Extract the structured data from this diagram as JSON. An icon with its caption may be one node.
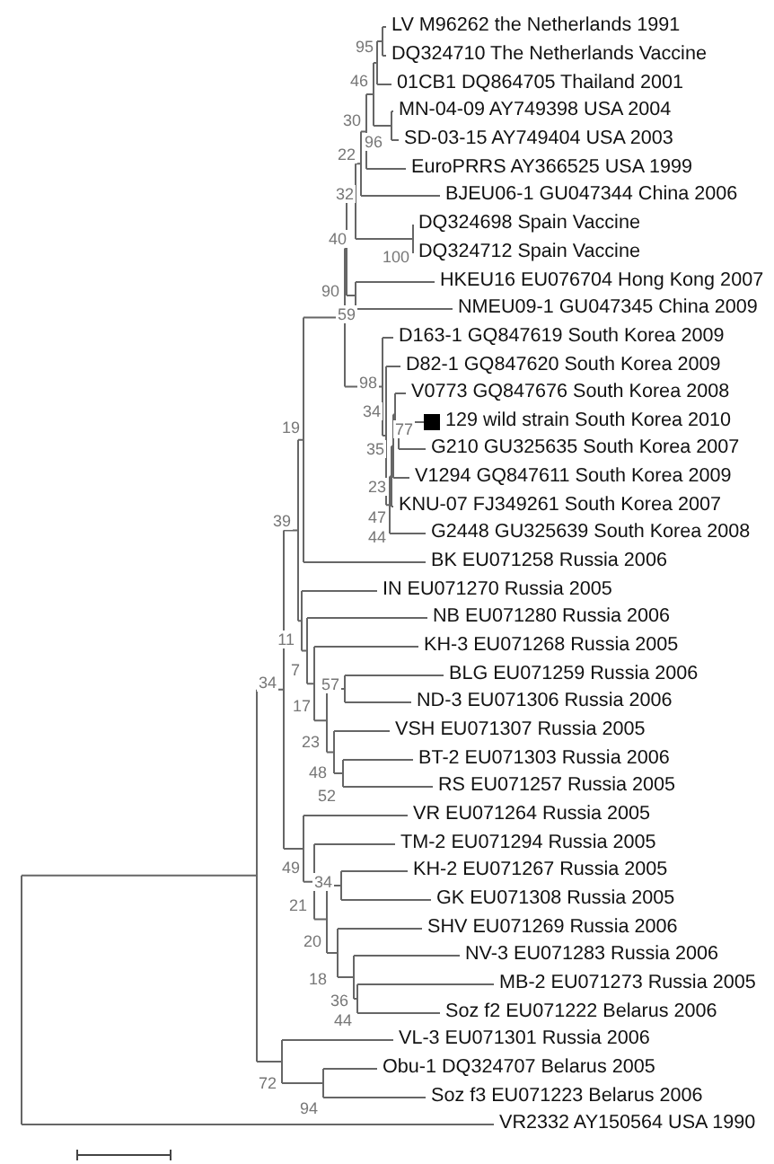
{
  "diagram": {
    "labels": [
      "LV M96262 the Netherlands 1991",
      "95",
      "DQ324710 The Netherlands Vaccine",
      "46",
      "01CB1 DQ864705 Thailand 2001",
      "MN-04-09 AY749398 USA 2004",
      "30",
      "96",
      "SD-03-15 AY749404 USA 2003",
      "22",
      "EuroPRRS AY366525 USA 1999",
      "32",
      "BJEU06-1 GU047344 China 2006",
      "DQ324698 Spain Vaccine",
      "40",
      "100",
      "DQ324712 Spain Vaccine",
      "HKEU16 EU076704 Hong Kong 2007",
      "90",
      "59",
      "NMEU09-1 GU047345 China 2009",
      "D163-1 GQ847619 South Korea 2009",
      "D82-1 GQ847620 South Korea 2009",
      "98",
      "V0773 GQ847676 South Korea 2008",
      "34",
      "77",
      "129 wild strain South Korea 2010",
      "19",
      "35",
      "G210 GU325635 South Korea 2007",
      "V1294 GQ847611 South Korea 2009",
      "23",
      "KNU-07 FJ349261 South Korea 2007",
      "47",
      "39",
      "44",
      "G2448 GU325639 South Korea 2008",
      "BK EU071258 Russia 2006",
      "IN EU071270 Russia 2005",
      "NB EU071280 Russia 2006",
      "11",
      "KH-3 EU071268 Russia 2005",
      "7",
      "BLG EU071259 Russia 2006",
      "57",
      "34",
      "ND-3 EU071306 Russia 2006",
      "17",
      "VSH EU071307 Russia 2005",
      "23",
      "48",
      "BT-2 EU071303 Russia 2006",
      "52",
      "RS EU071257 Russia 2005",
      "VR EU071264 Russia 2005",
      "TM-2 EU071294 Russia 2005",
      "49",
      "KH-2 EU071267 Russia 2005",
      "34",
      "GK EU071308 Russia 2005",
      "21",
      "SHV EU071269 Russia 2006",
      "20",
      "NV-3 EU071283 Russia 2006",
      "18",
      "MB-2 EU071273 Russia 2005",
      "36",
      "44",
      "Soz f2 EU071222 Belarus 2006",
      "VL-3 EU071301 Russia 2006",
      "72",
      "Obu-1 DQ324707 Belarus 2005",
      "Soz f3 EU071223 Belarus 2006",
      "94",
      "VR2332 AY150564 USA 1990"
    ]
  }
}
